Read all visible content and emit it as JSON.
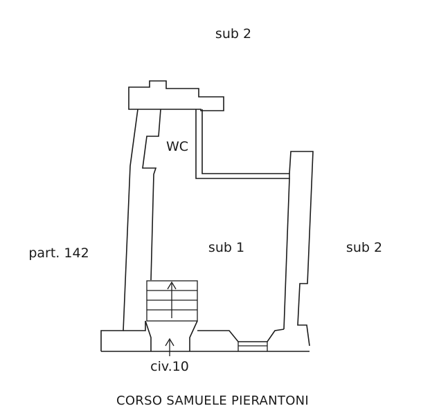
{
  "labels": {
    "sub2_top": "sub 2",
    "sub2_right": "sub 2",
    "wc": "WC",
    "sub1": "sub 1",
    "part142": "part. 142",
    "civ10": "civ.10",
    "street": "CORSO SAMUELE PIERANTONI"
  }
}
